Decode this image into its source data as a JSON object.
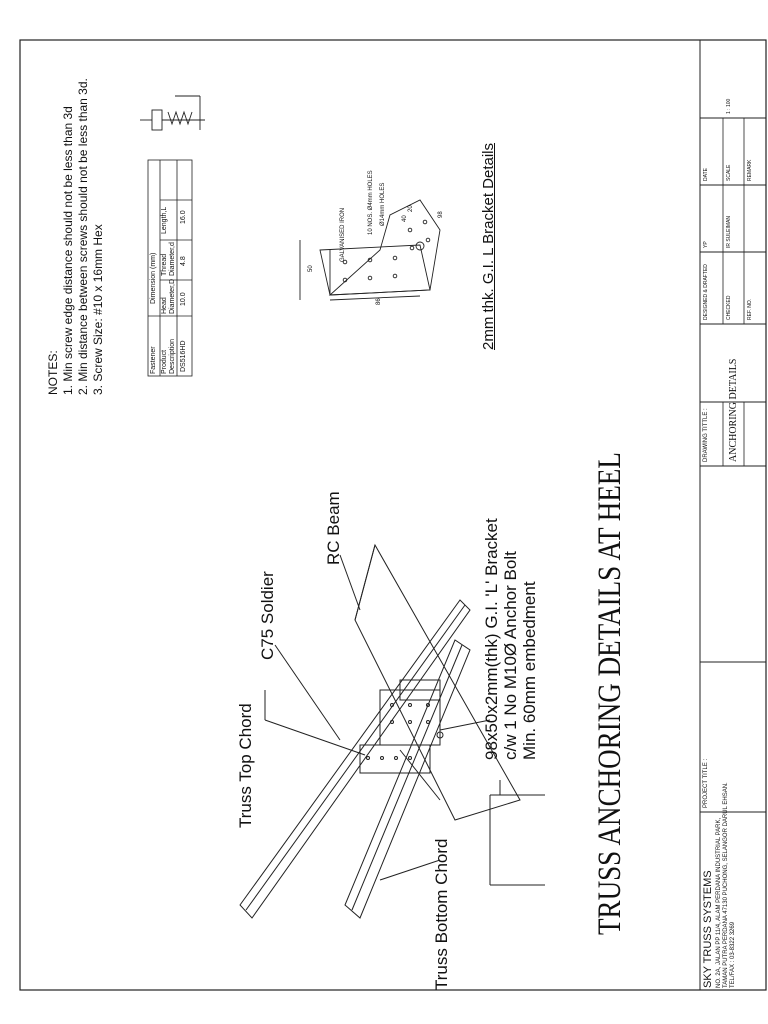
{
  "notes": {
    "heading": "NOTES:",
    "items": [
      "1. Min screw edge distance should not be less than 3d",
      "2. Min distance between screws should not be less than 3d.",
      "3. Screw Size: #10 x 16mm Hex"
    ]
  },
  "fastener_table": {
    "headers": {
      "fastener": "Fastener",
      "dimension": "Dimension (mm)",
      "product_description": "Product Description",
      "head_diameter": "Head Diameter,D",
      "thread_diameter": "Thread Diameter,d",
      "length": "Length,L"
    },
    "row": {
      "product": "DS516HD",
      "head_diameter": "10.0",
      "thread_diameter": "4.8",
      "length": "16.0"
    }
  },
  "bracket_detail": {
    "title": "2mm thk. G.I. L Bracket Details",
    "labels": {
      "galvanised_iron": "GALVANISED IRON",
      "holes_4mm": "10 NOS. Ø4mm HOLES",
      "hole_14mm": "Ø14mm HOLES",
      "dim_86": "86",
      "dim_50": "50",
      "dim_40": "40",
      "dim_20": "20",
      "dim_98": "98"
    }
  },
  "main_drawing": {
    "labels": {
      "truss_top_chord": "Truss Top Chord",
      "c75_soldier": "C75 Soldier",
      "rc_beam": "RC Beam",
      "bracket_line1": "98x50x2mm(thk) G.I. 'L' Bracket",
      "bracket_line2": "c/w 1 No M10Ø Anchor Bolt",
      "bracket_line3": "Min. 60mm embedment",
      "truss_bottom_chord": "Truss Bottom Chord"
    }
  },
  "main_title": "TRUSS ANCHORING DETAILS AT HEEL",
  "title_block": {
    "company": "SKY TRUSS SYSTEMS",
    "address_line1": "NO. 2A, JALAN PP 11/4, ALAM PERDANA INDUSTRIAL PARK,",
    "address_line2": "TAMAN PUTRA PERDANA 47130 PUCHONG, SELANGOR DARUL EHSAN.",
    "tel": "TEL/FAX : 03-8322 3269",
    "project_title_label": "PROJECT TITLE :",
    "drawing_title_label": "DRAWING TITTLE :",
    "drawing_title": "ANCHORING DETAILS",
    "designed_label": "DESIGNED & DRAFTED",
    "designed_value": "YP",
    "checked_label": "CHECKED",
    "checked_value": "IR SULEIMAN",
    "ref_label": "REF. NO.",
    "date_label": "DATE",
    "scale_label": "SCALE",
    "scale_value": "1 : 100",
    "remark_label": "REMARK"
  }
}
